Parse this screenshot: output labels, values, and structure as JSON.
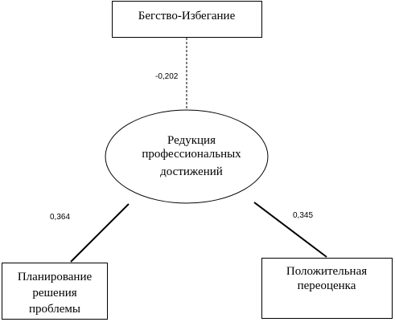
{
  "diagram": {
    "central": {
      "lines": [
        "Редукция",
        "профессиональных",
        "достижений"
      ]
    },
    "nodes": [
      {
        "id": "top",
        "lines": [
          "Бегство-Избегание"
        ]
      },
      {
        "id": "left",
        "lines": [
          "Планирование",
          "решения",
          "проблемы"
        ]
      },
      {
        "id": "right",
        "lines": [
          "Положительная",
          "переоценка"
        ]
      }
    ],
    "edges": [
      {
        "from": "top",
        "coefficient": "-0,202",
        "style": "dashed"
      },
      {
        "from": "left",
        "coefficient": "0,364",
        "style": "solid"
      },
      {
        "from": "right",
        "coefficient": "0,345",
        "style": "solid"
      }
    ]
  }
}
